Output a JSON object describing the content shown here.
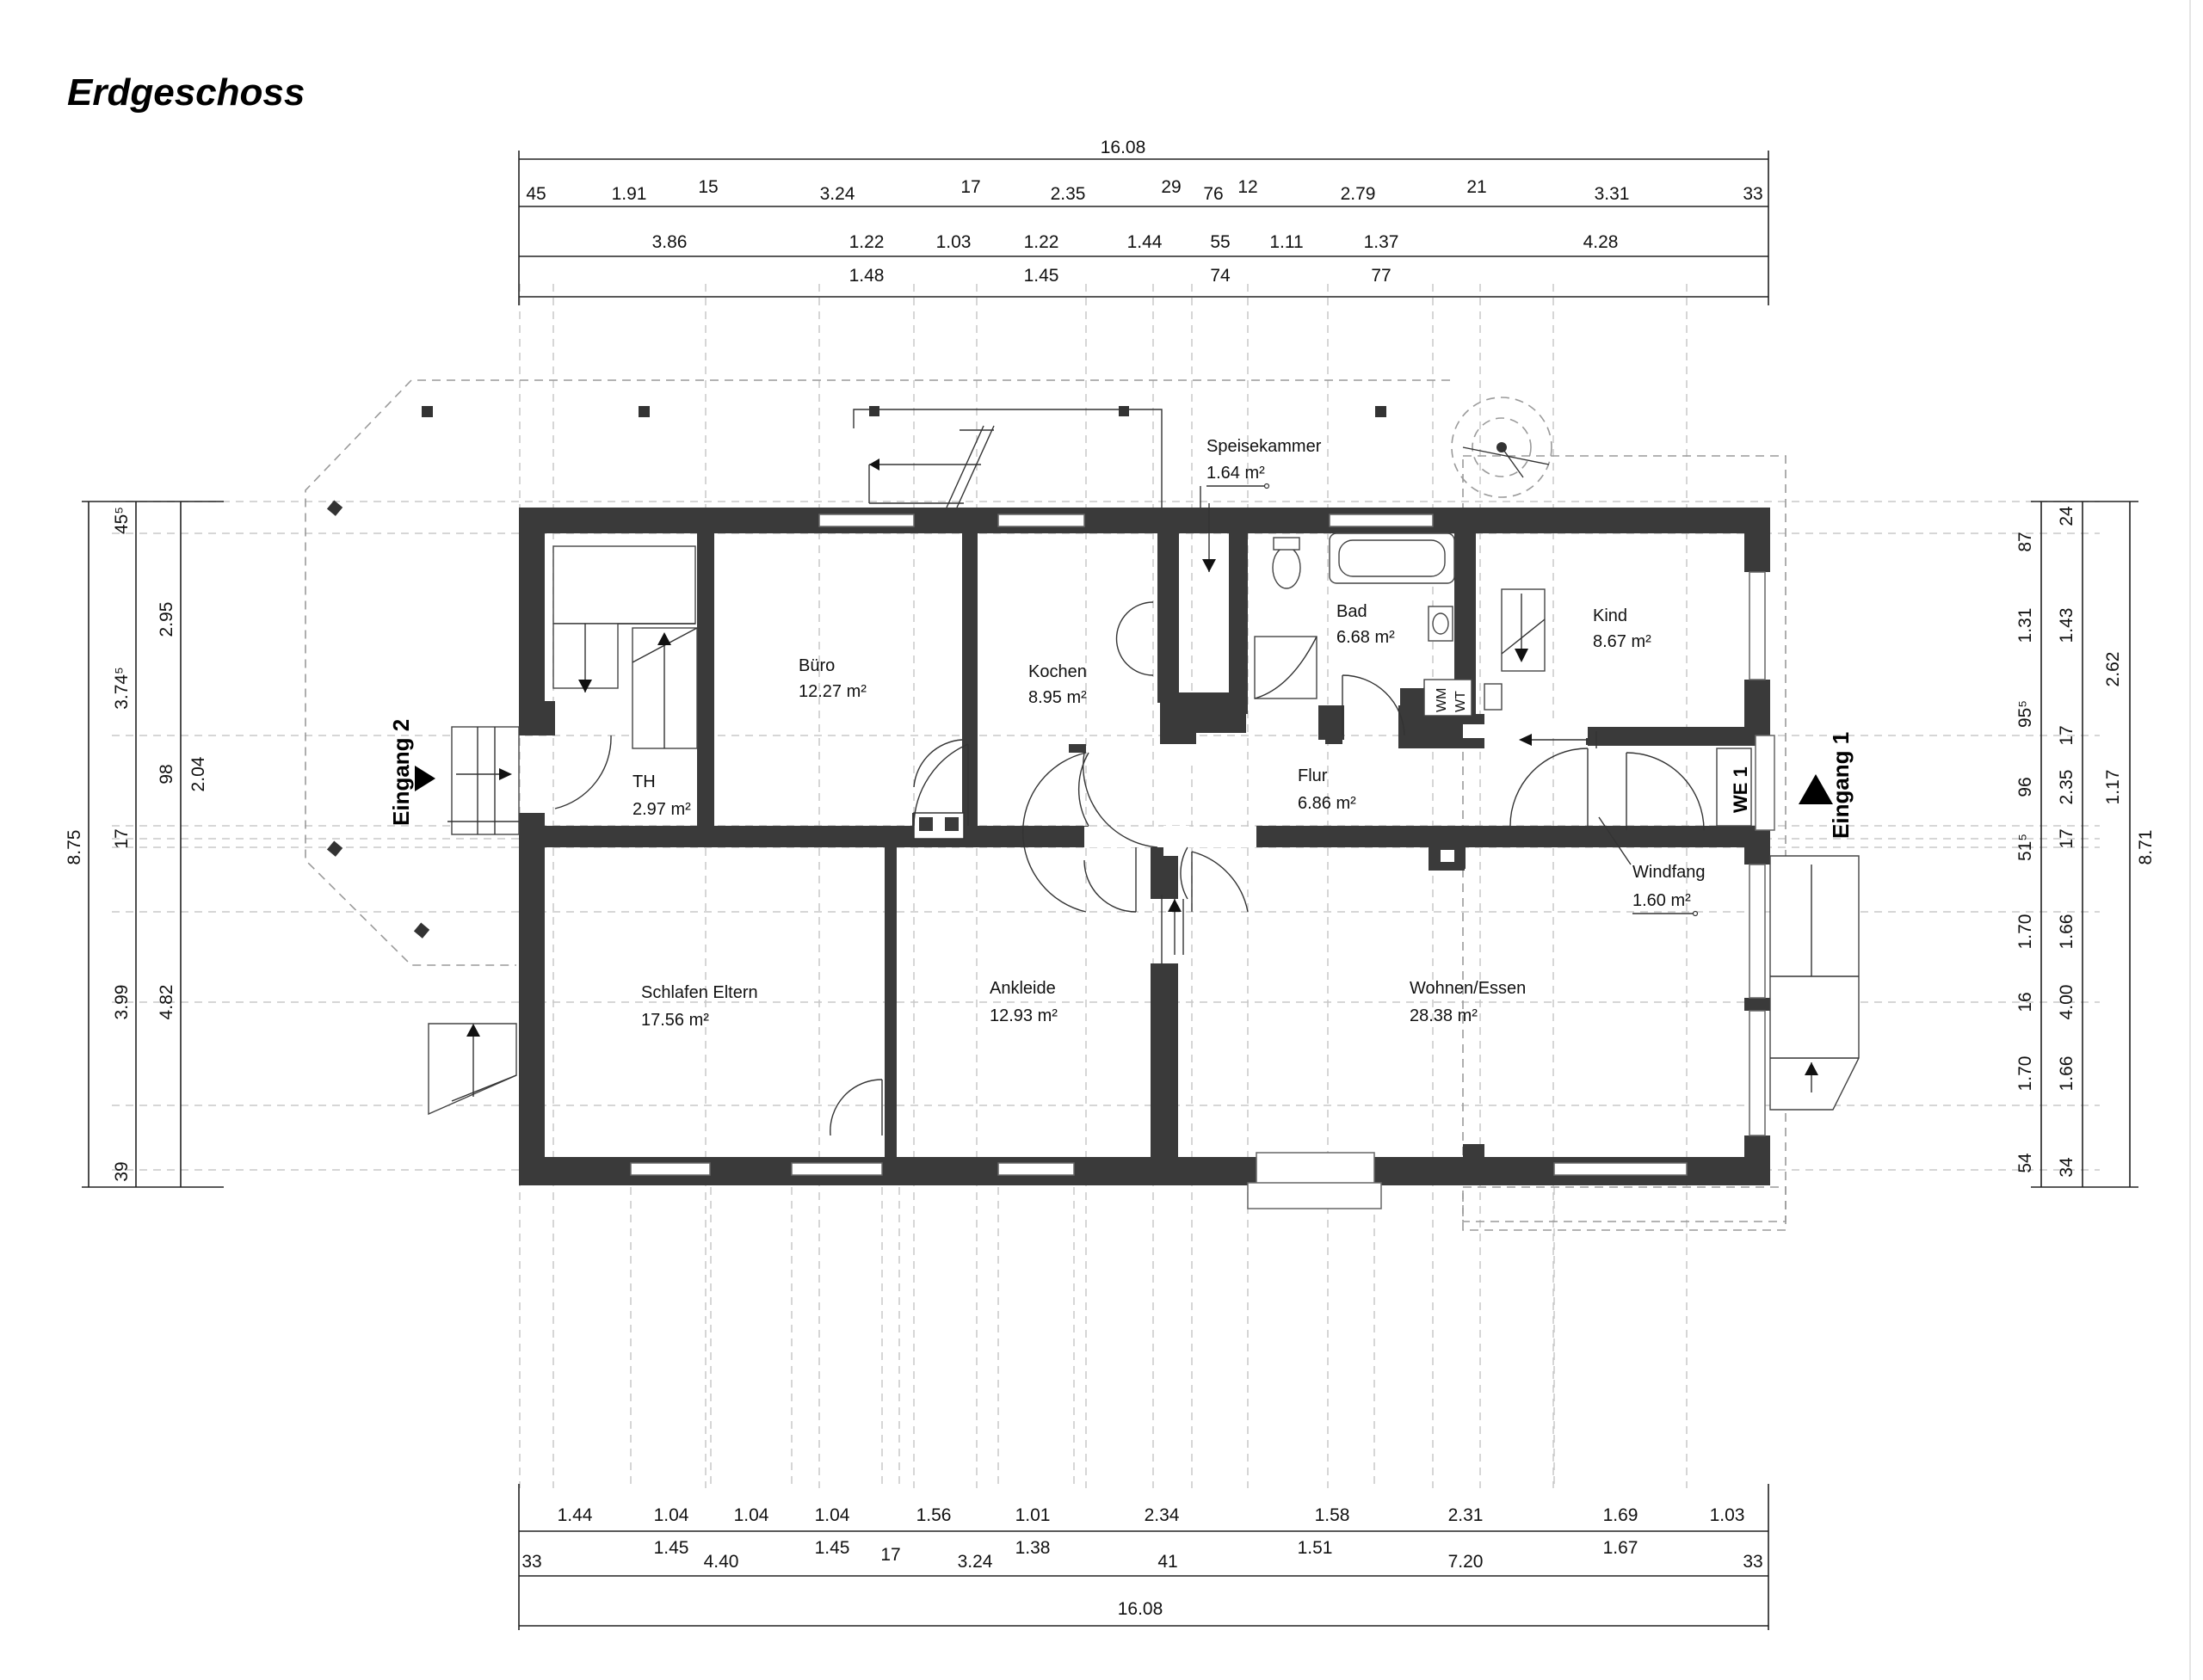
{
  "title": "Erdgeschoss",
  "rooms": {
    "buero": {
      "name": "Büro",
      "area": "12.27 m²"
    },
    "kochen": {
      "name": "Kochen",
      "area": "8.95 m²"
    },
    "speise": {
      "name": "Speisekammer",
      "area": "1.64 m²"
    },
    "bad": {
      "name": "Bad",
      "area": "6.68 m²"
    },
    "kind": {
      "name": "Kind",
      "area": "8.67 m²"
    },
    "th": {
      "name": "TH",
      "area": "2.97 m²"
    },
    "flur": {
      "name": "Flur",
      "area": "6.86 m²"
    },
    "windfang": {
      "name": "Windfang",
      "area": "1.60 m²"
    },
    "schlafen": {
      "name": "Schlafen Eltern",
      "area": "17.56 m²"
    },
    "ankleide": {
      "name": "Ankleide",
      "area": "12.93 m²"
    },
    "wohnen": {
      "name": "Wohnen/Essen",
      "area": "28.38 m²"
    }
  },
  "labels": {
    "eingang1": "Eingang 1",
    "eingang2": "Eingang 2",
    "we1": "WE 1",
    "wm": "WM",
    "wt": "WT"
  },
  "dims": {
    "top_total": "16.08",
    "top_row1": [
      "45",
      "1.91",
      "15",
      "3.24",
      "17",
      "2.35",
      "29",
      "76",
      "12",
      "2.79",
      "21",
      "3.31",
      "33"
    ],
    "top_row2": [
      "3.86",
      "1.22",
      "1.03",
      "1.22",
      "1.44",
      "55",
      "1.11",
      "1.37",
      "4.28"
    ],
    "top_row3": [
      "1.48",
      "1.45",
      "74",
      "77"
    ],
    "bot_row1": [
      "1.44",
      "1.04",
      "1.04",
      "1.04",
      "1.56",
      "1.01",
      "2.34",
      "1.58",
      "2.31",
      "1.69",
      "1.03"
    ],
    "bot_row2": [
      "33",
      "1.45",
      "4.40",
      "1.45",
      "17",
      "3.24",
      "1.38",
      "41",
      "1.51",
      "7.20",
      "1.67",
      "33"
    ],
    "bot_total": "16.08",
    "left_outer": "8.75",
    "left_row1": [
      "45⁵",
      "3.74⁵",
      "17",
      "3.99",
      "39"
    ],
    "left_row2": [
      "2.95",
      "98",
      "4.82"
    ],
    "left_row3": [
      "2.04"
    ],
    "right_row1": [
      "87",
      "1.31",
      "95⁵",
      "96",
      "51⁵",
      "1.70",
      "16",
      "1.70",
      "54"
    ],
    "right_row2": [
      "24",
      "1.43",
      "17",
      "2.35",
      "17",
      "1.66",
      "4.00",
      "1.66",
      "34"
    ],
    "right_row3": [
      "2.62",
      "1.17"
    ],
    "right_outer": "8.71"
  },
  "colors": {
    "wall": "#3a3a3a",
    "guide": "#c8c8c8"
  }
}
